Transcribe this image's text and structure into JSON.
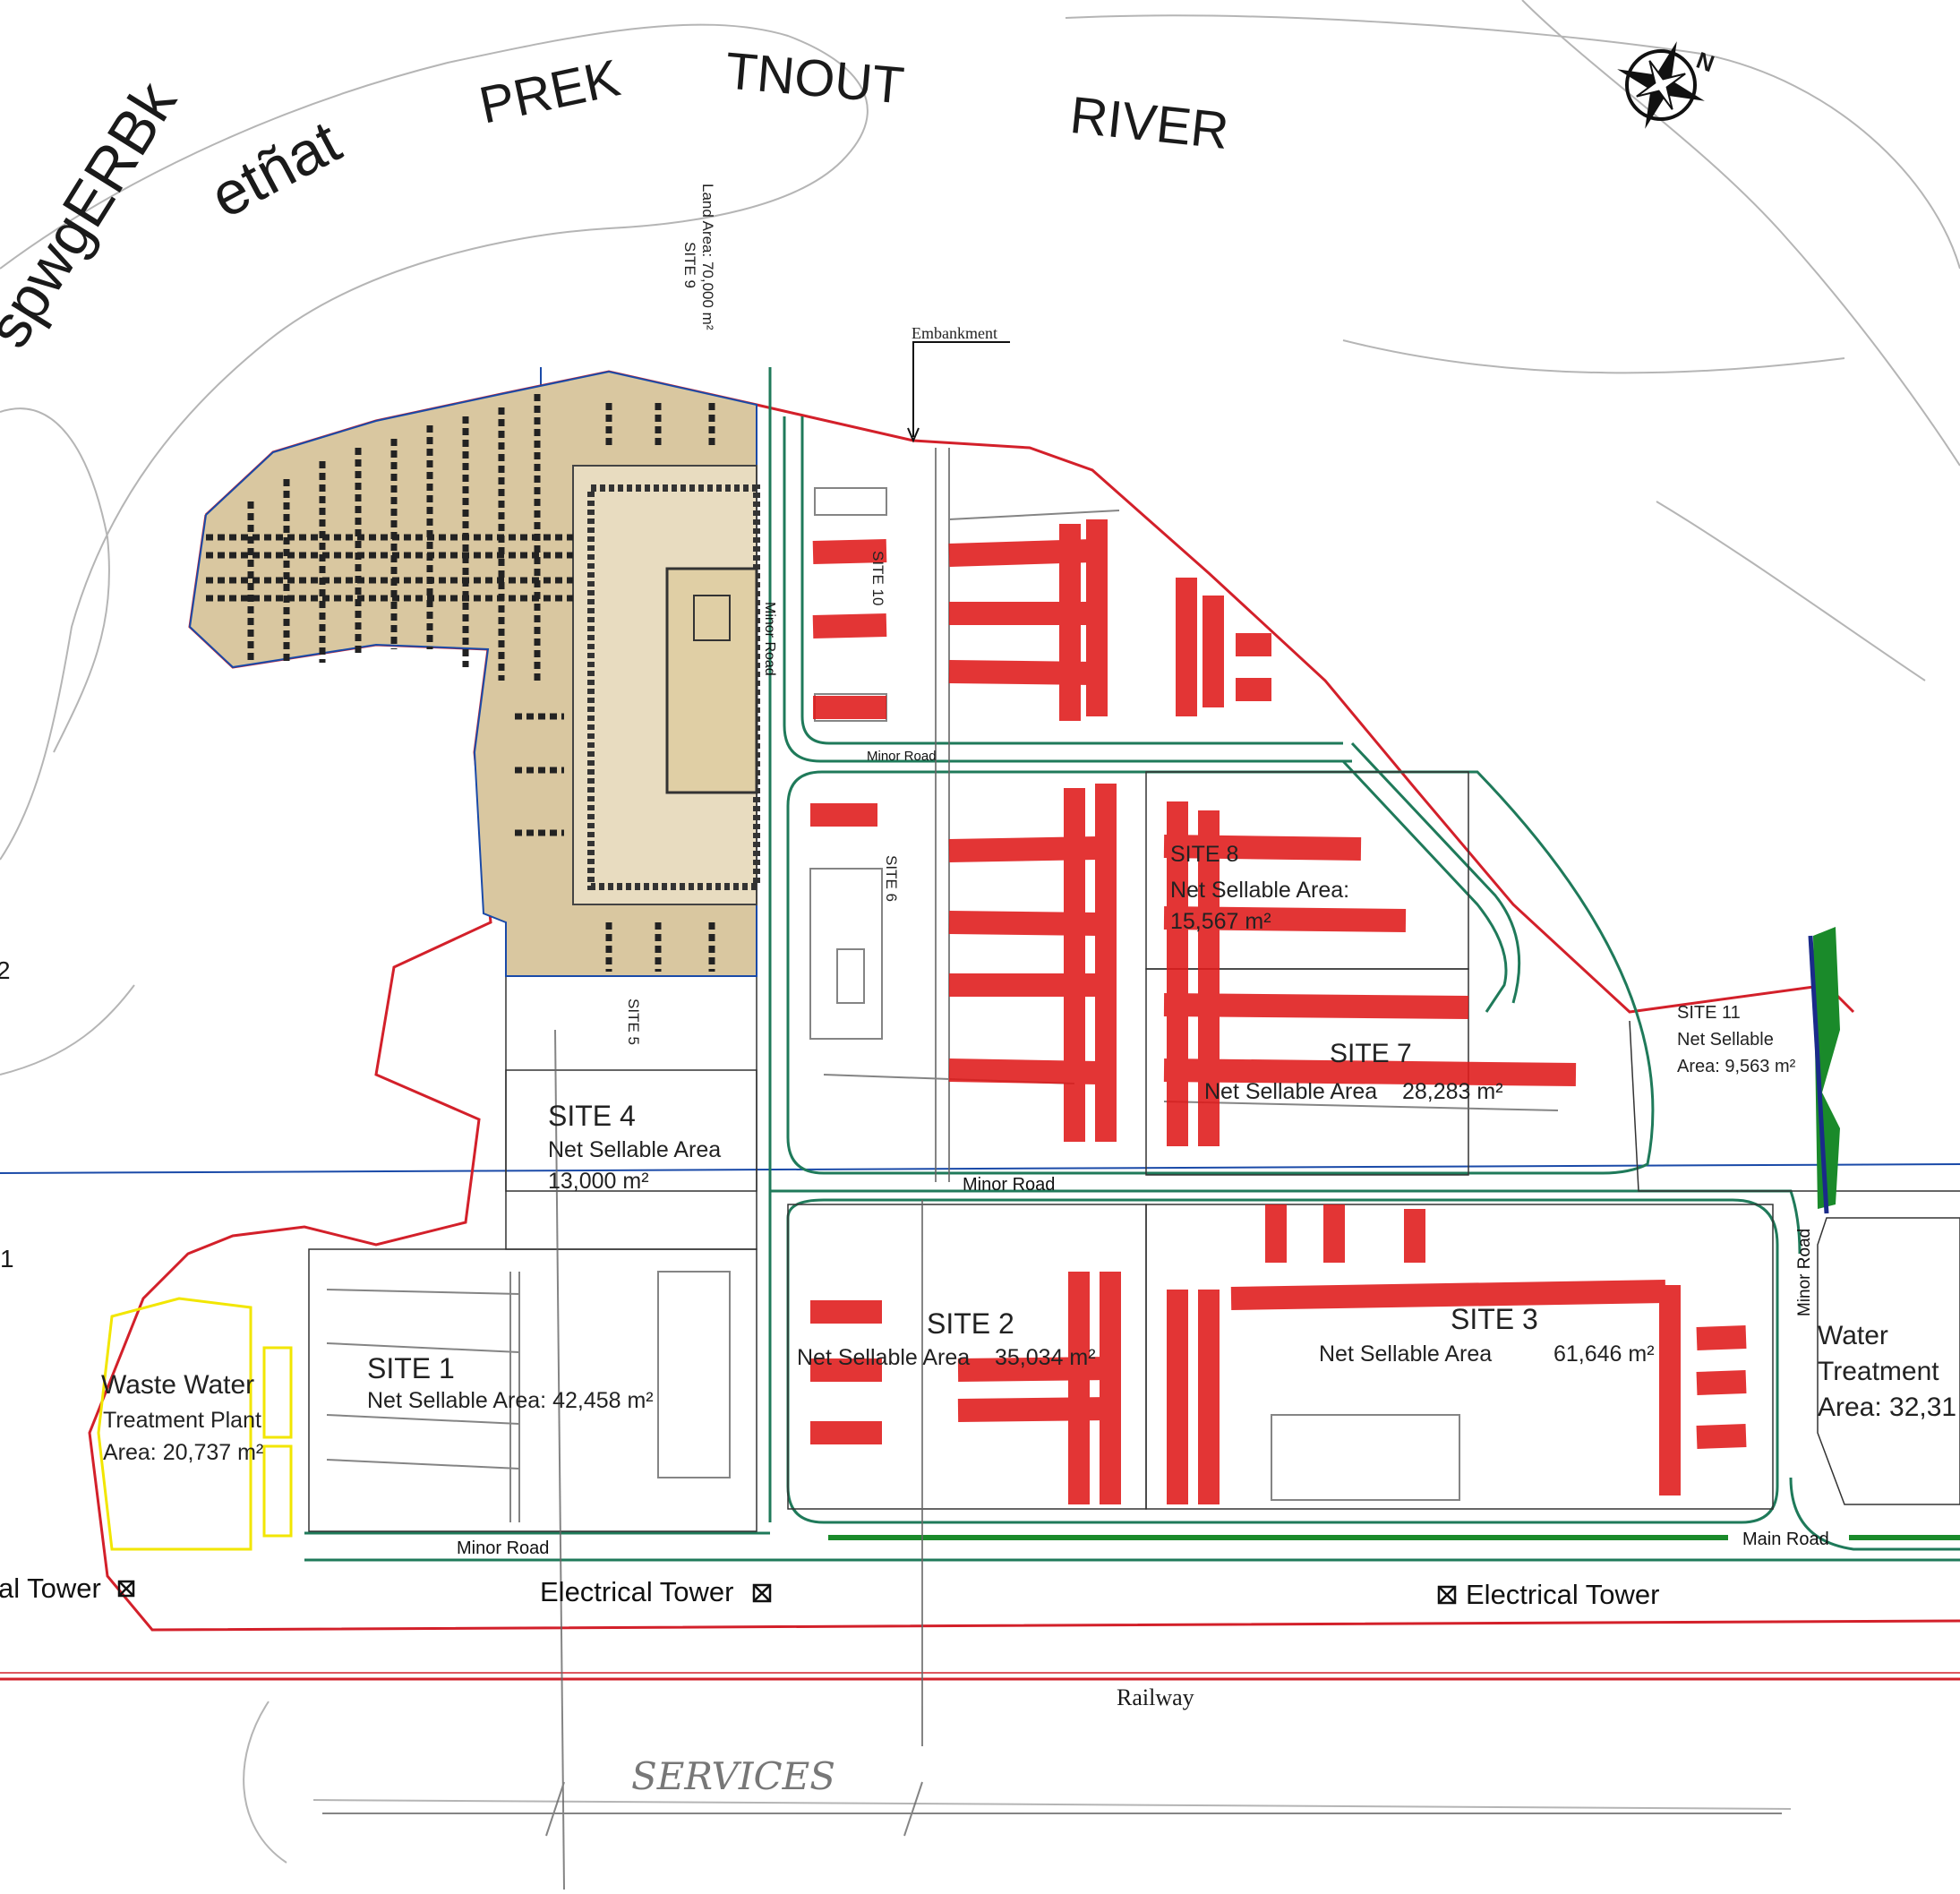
{
  "river": {
    "word_1": "spwgERBk",
    "word_2": "etñat",
    "word_3": "PREK",
    "word_4": "TNOUT",
    "word_5": "RIVER"
  },
  "site9": {
    "name": "SITE 9",
    "area": "Land Area: 70,000 m²"
  },
  "embankment": "Embankment",
  "site10": "SITE 10",
  "site6": "SITE 6",
  "site5": "SITE 5",
  "site8": {
    "name": "SITE 8",
    "label": "Net Sellable Area:",
    "area": "15,567 m²"
  },
  "site7": {
    "name": "SITE 7",
    "area": "Net Sellable Area    28,283 m²"
  },
  "site11": {
    "name": "SITE 11",
    "label": "Net Sellable",
    "area": "Area: 9,563 m²"
  },
  "site4": {
    "name": "SITE 4",
    "label": "Net Sellable Area",
    "area": "13,000 m²"
  },
  "site1": {
    "name": "SITE 1",
    "area": "Net Sellable Area: 42,458 m²"
  },
  "site2": {
    "name": "SITE 2",
    "area": "Net Sellable Area    35,034 m²"
  },
  "site3": {
    "name": "SITE 3",
    "label": "Net Sellable Area",
    "area": "61,646 m²"
  },
  "waste_water": {
    "line1": "Waste Water",
    "line2": "Treatment Plant",
    "area": "Area: 20,737 m²"
  },
  "water_treatment": {
    "line1": "Water",
    "line2": "Treatment",
    "area": "Area: 32,31"
  },
  "roads": {
    "minor_1": "Minor Road",
    "minor_2": "Minor Road",
    "minor_3": "Minor Road",
    "minor_4": "Minor Road",
    "minor_5": "Minor Road",
    "main": "Main Road"
  },
  "towers": {
    "left": "al Tower",
    "middle": "Electrical Tower",
    "right": "Electrical Tower"
  },
  "railway": "Railway",
  "services": "SERVICES",
  "edge_marks": {
    "a": "2",
    "b": "1"
  },
  "compass": {
    "north": "N"
  },
  "colors": {
    "boundary": "#d3202a",
    "road": "#1f7a5a",
    "plot_fill": "#d9c7a0",
    "marker": "#e01a1a",
    "wwtp": "#f2e600",
    "green_belt": "#1a8a2a",
    "grid_line": "#1a4aa8"
  }
}
